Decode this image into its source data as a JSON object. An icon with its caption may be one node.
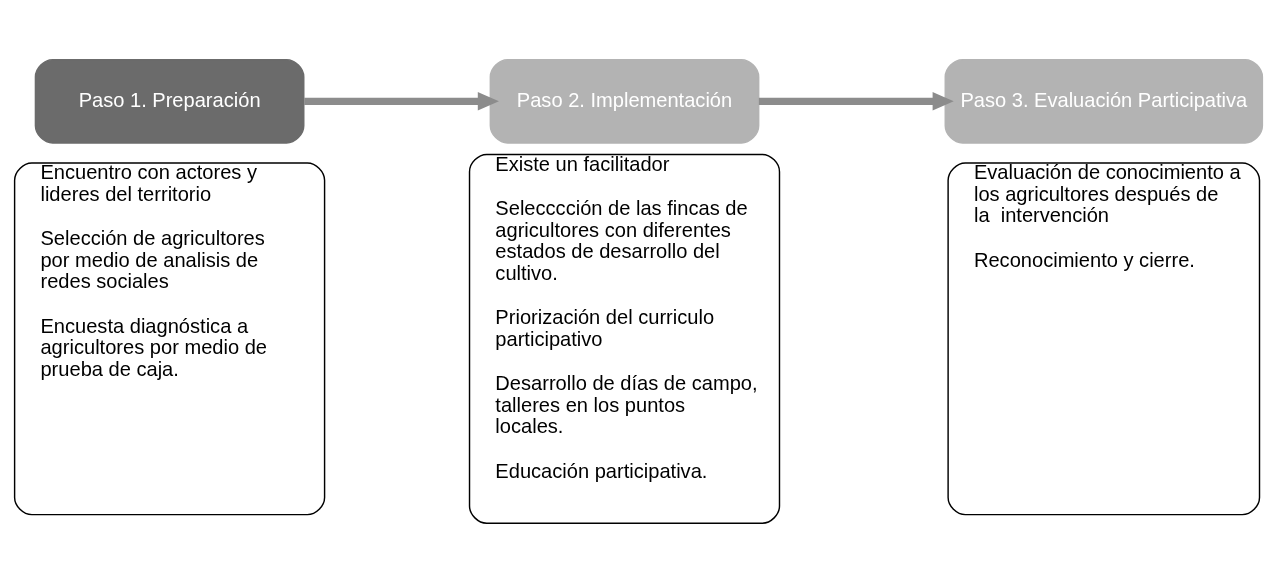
{
  "diagram": {
    "nodes": [
      {
        "text": [
          "Paso 1. Preparación"
        ]
      },
      {
        "text": [
          "Encuentro con actores y lideres del territorio",
          "Selección de agricultores por medio de analisis de redes sociales",
          "Encuesta diagnóstica a agricultores por medio de prueba de caja."
        ]
      },
      {
        "text": [
          "Paso 2. Implementación"
        ]
      },
      {
        "text": [
          "Existe un facilitador",
          "Selecccción de las fincas de agricultores con diferentes estados de desarrollo del cultivo.",
          "Priorización del curriculo participativo",
          "Desarrollo de días de campo, talleres en los puntos locales.",
          "Educación participativa."
        ]
      },
      {
        "text": [
          "Paso 3. Evaluación Participativa"
        ]
      },
      {
        "text": [
          "Evaluación de conocimiento a los agricultores después de la  intervención",
          "Reconocimiento y cierre."
        ]
      }
    ],
    "edges": [
      {
        "from": 0,
        "to": 2,
        "arrow": "to"
      },
      {
        "from": 2,
        "to": 4,
        "arrow": "to"
      }
    ]
  }
}
